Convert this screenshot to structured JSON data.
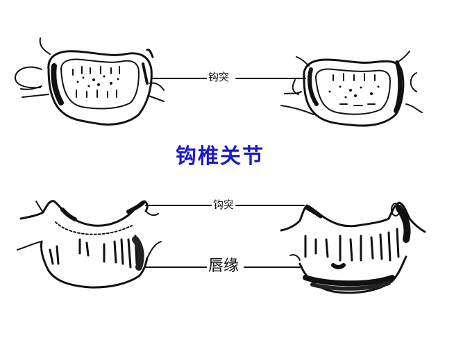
{
  "title": "钩椎关节",
  "colors": {
    "title": "#1a1ac8",
    "ink": "#111111",
    "background": "#ffffff"
  },
  "labels": {
    "top_uncinate": "钩突",
    "bottom_uncinate": "钩突",
    "bottom_lip": "唇缘"
  },
  "figures": [
    {
      "position": "top-left",
      "view": "superior view of cervical vertebral body"
    },
    {
      "position": "top-right",
      "view": "superior view of cervical vertebral body"
    },
    {
      "position": "bottom-left",
      "view": "anterior view of cervical vertebral body"
    },
    {
      "position": "bottom-right",
      "view": "anterior view of cervical vertebral body"
    }
  ]
}
